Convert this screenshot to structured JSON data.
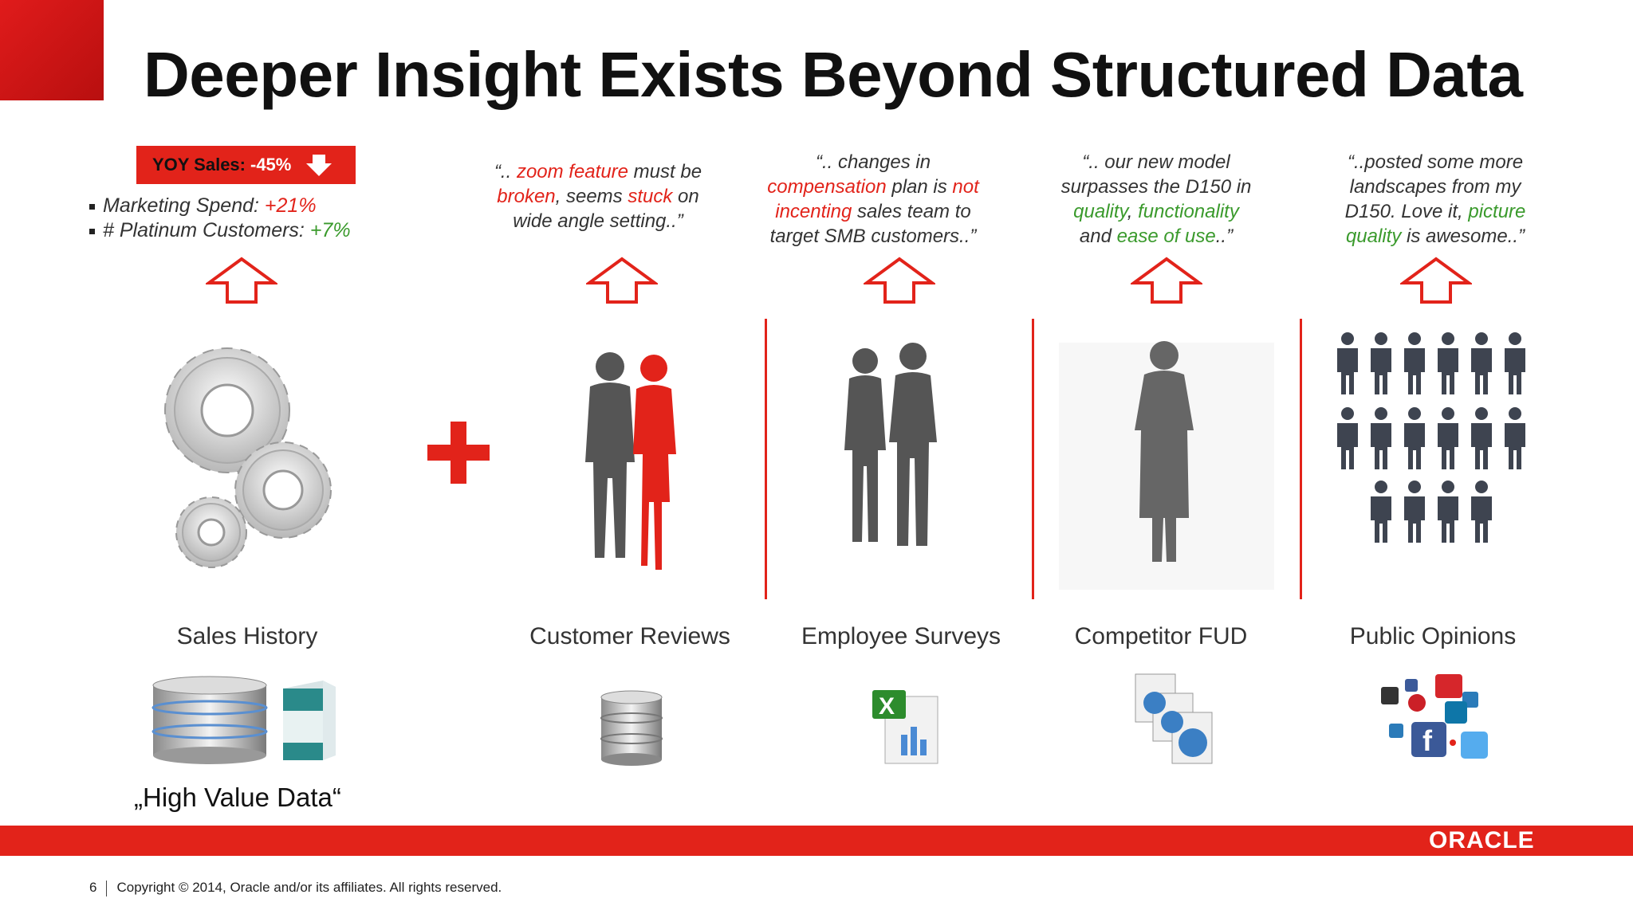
{
  "slide": {
    "title": "Deeper Insight Exists Beyond Structured Data",
    "page_number": "6",
    "copyright": "Copyright © 2014, Oracle and/or its affiliates. All rights reserved.",
    "brand": "ORACLE",
    "high_value_label": "„High Value Data“"
  },
  "sales": {
    "yoy_label": "YOY Sales",
    "yoy_sep": ":",
    "yoy_value": "-45%",
    "bullet1_label": "Marketing Spend: ",
    "bullet1_value": "+21%",
    "bullet2_label": "# Platinum Customers: ",
    "bullet2_value": "+7%"
  },
  "quotes": {
    "reviews": {
      "l1a": "“.. ",
      "l1b": "zoom feature",
      "l1c": " must be",
      "l2a": "broken",
      "l2b": ", seems ",
      "l2c": "stuck",
      "l2d": " on",
      "l3": "wide angle setting..”"
    },
    "surveys": {
      "l1": "“.. changes in",
      "l2a": "compensation",
      "l2b": " plan is ",
      "l2c": "not",
      "l3a": "incenting",
      "l3b": " sales team to",
      "l4": "target SMB customers..”"
    },
    "competitor": {
      "l1": "“.. our new model",
      "l2": "surpasses the D150 in",
      "l3a": "quality",
      "l3b": ", ",
      "l3c": "functionality",
      "l4a": "and ",
      "l4b": "ease of use",
      "l4c": "..”"
    },
    "public": {
      "l1": "“..posted some more",
      "l2": "landscapes from my",
      "l3a": "D150. Love it, ",
      "l3b": "picture",
      "l4a": "quality",
      "l4b": " is awesome..”"
    }
  },
  "captions": {
    "sales_history": "Sales History",
    "customer_reviews": "Customer Reviews",
    "employee_surveys": "Employee Surveys",
    "competitor_fud": "Competitor FUD",
    "public_opinions": "Public Opinions"
  },
  "colors": {
    "accent_red": "#e2231a",
    "positive_green": "#3a9a2c",
    "silhouette_gray": "#555555"
  },
  "icons": [
    "gears-icon",
    "plus-icon",
    "couple-silhouette-icon",
    "two-people-silhouette-icon",
    "man-in-coat-silhouette-icon",
    "crowd-icon",
    "database-icon",
    "software-box-icon",
    "excel-file-icon",
    "web-files-icon",
    "social-media-icons"
  ]
}
